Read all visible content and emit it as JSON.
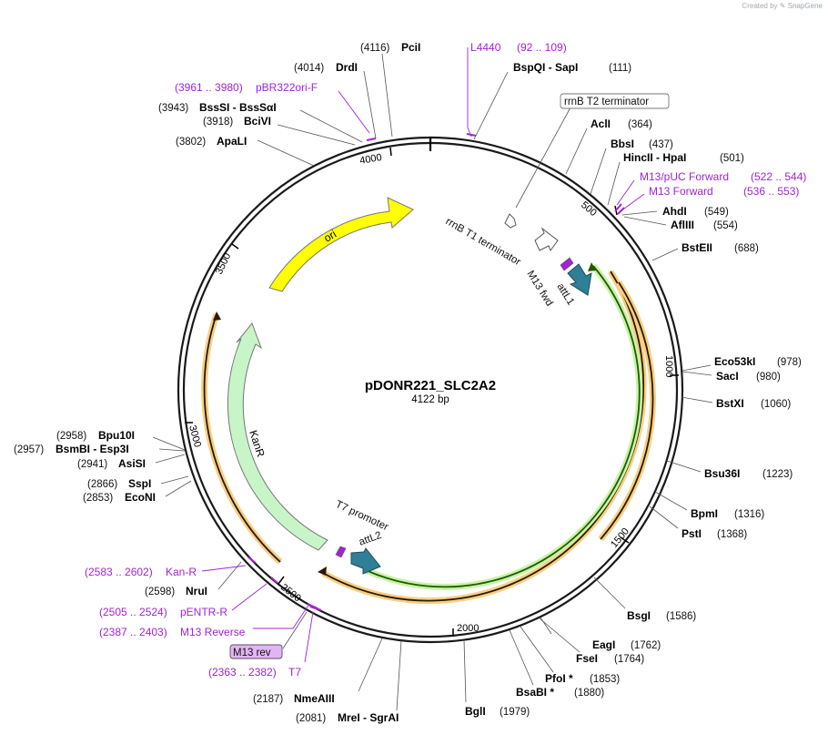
{
  "credit": {
    "prefix": "Created by",
    "brand": "SnapGene"
  },
  "plasmid": {
    "name": "pDONR221_SLC2A2",
    "length_label": "4122 bp",
    "length": 4122
  },
  "ticks": [
    "500",
    "1000",
    "1500",
    "2000",
    "2500",
    "3000",
    "3500",
    "4000"
  ],
  "sites": [
    {
      "name": "PciI",
      "pos": "(4116)"
    },
    {
      "name": "DrdI",
      "pos": "(4014)"
    },
    {
      "name": "BssSI - BssSαI",
      "pos": "(3943)"
    },
    {
      "name": "BciVI",
      "pos": "(3918)"
    },
    {
      "name": "ApaLI",
      "pos": "(3802)"
    },
    {
      "name": "BspQI - SapI",
      "pos": "(111)"
    },
    {
      "name": "AclI",
      "pos": "(364)"
    },
    {
      "name": "BbsI",
      "pos": "(437)"
    },
    {
      "name": "HincII - HpaI",
      "pos": "(501)"
    },
    {
      "name": "AhdI",
      "pos": "(549)"
    },
    {
      "name": "AflIII",
      "pos": "(554)"
    },
    {
      "name": "BstEII",
      "pos": "(688)"
    },
    {
      "name": "Eco53kI",
      "pos": "(978)"
    },
    {
      "name": "SacI",
      "pos": "(980)"
    },
    {
      "name": "BstXI",
      "pos": "(1060)"
    },
    {
      "name": "Bsu36I",
      "pos": "(1223)"
    },
    {
      "name": "BpmI",
      "pos": "(1316)"
    },
    {
      "name": "PstI",
      "pos": "(1368)"
    },
    {
      "name": "BsgI",
      "pos": "(1586)"
    },
    {
      "name": "EagI",
      "pos": "(1762)"
    },
    {
      "name": "FseI",
      "pos": "(1764)"
    },
    {
      "name": "PfoI *",
      "pos": "(1853)"
    },
    {
      "name": "BsaBI *",
      "pos": "(1880)"
    },
    {
      "name": "BglI",
      "pos": "(1979)"
    },
    {
      "name": "MreI - SgrAI",
      "pos": "(2081)"
    },
    {
      "name": "NmeAIII",
      "pos": "(2187)"
    },
    {
      "name": "NruI",
      "pos": "(2598)"
    },
    {
      "name": "EcoNI",
      "pos": "(2853)"
    },
    {
      "name": "SspI",
      "pos": "(2866)"
    },
    {
      "name": "AsiSI",
      "pos": "(2941)"
    },
    {
      "name": "BsmBI - Esp3I",
      "pos": "(2957)"
    },
    {
      "name": "Bpu10I",
      "pos": "(2958)"
    }
  ],
  "primers": [
    {
      "name": "L4440",
      "range": "(92 .. 109)"
    },
    {
      "name": "pBR322ori-F",
      "range": "(3961 .. 3980)"
    },
    {
      "name": "M13/pUC Forward",
      "range": "(522 .. 544)"
    },
    {
      "name": "M13 Forward",
      "range": "(536 .. 553)"
    },
    {
      "name": "Kan-R",
      "range": "(2583 .. 2602)"
    },
    {
      "name": "pENTR-R",
      "range": "(2505 .. 2524)"
    },
    {
      "name": "M13 Reverse",
      "range": "(2387 .. 2403)"
    },
    {
      "name": "T7",
      "range": "(2363 .. 2382)"
    }
  ],
  "features": {
    "rrnB_T2": "rrnB T2 terminator",
    "rrnB_T1": "rrnB T1 terminator",
    "M13_fwd": "M13 fwd",
    "attL1": "attL1",
    "ori": "ori",
    "KanR": "KanR",
    "T7_promoter": "T7 promoter",
    "attL2": "attL2",
    "M13_rev": "M13 rev"
  },
  "colors": {
    "backbone": "#1a1a1a",
    "ori": "#ffff00",
    "KanR": "#c8f5c8",
    "attL": "#2f7f96",
    "insert_green": "#2a8a1a",
    "insert_orange": "#f0a030",
    "primer": "#a123d6"
  }
}
